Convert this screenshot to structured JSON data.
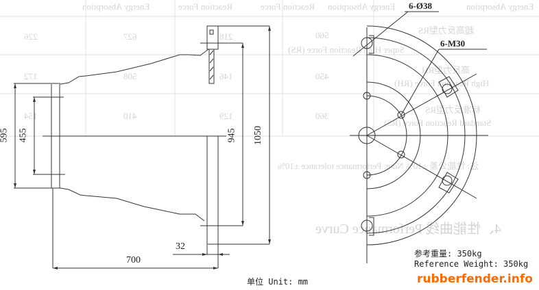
{
  "ghost_table": {
    "headers": [
      "Energy Absorption",
      "Energy Absorption",
      "Reaction Force",
      "Reaction Force",
      "Energy Absorption"
    ],
    "rows": [
      {
        "type_cn": "超高反力型RS",
        "type_en": "Super High Reaction Force (RS)",
        "values": [
          "560",
          "218",
          "627",
          "226"
        ]
      },
      {
        "type_cn": "高反力型RH",
        "type_en": "High Reaction Force (RH)",
        "values": [
          "450",
          "146",
          "508",
          "172"
        ]
      },
      {
        "type_cn": "标准反力型RS",
        "type_en": "Standard Reaction Force (RS)",
        "values": [
          "360",
          "129",
          "410",
          "154"
        ]
      }
    ],
    "note": "注: 性能公差 ±10%  Note: Performance tolerance ±10%",
    "section": "4、性能曲线 Performance Curve"
  },
  "dimensions": {
    "d595": "595",
    "d455": "455",
    "d945": "945",
    "d1050": "1050",
    "d32": "32",
    "d700": "700"
  },
  "labels": {
    "holes": "6-Ø38",
    "bolts": "6-M30",
    "unit": "单位 Unit: mm",
    "weight": "参考重量: 350kg",
    "weight_en": "Reference Weight: 350kg",
    "watermark": "rubberfender.info"
  }
}
